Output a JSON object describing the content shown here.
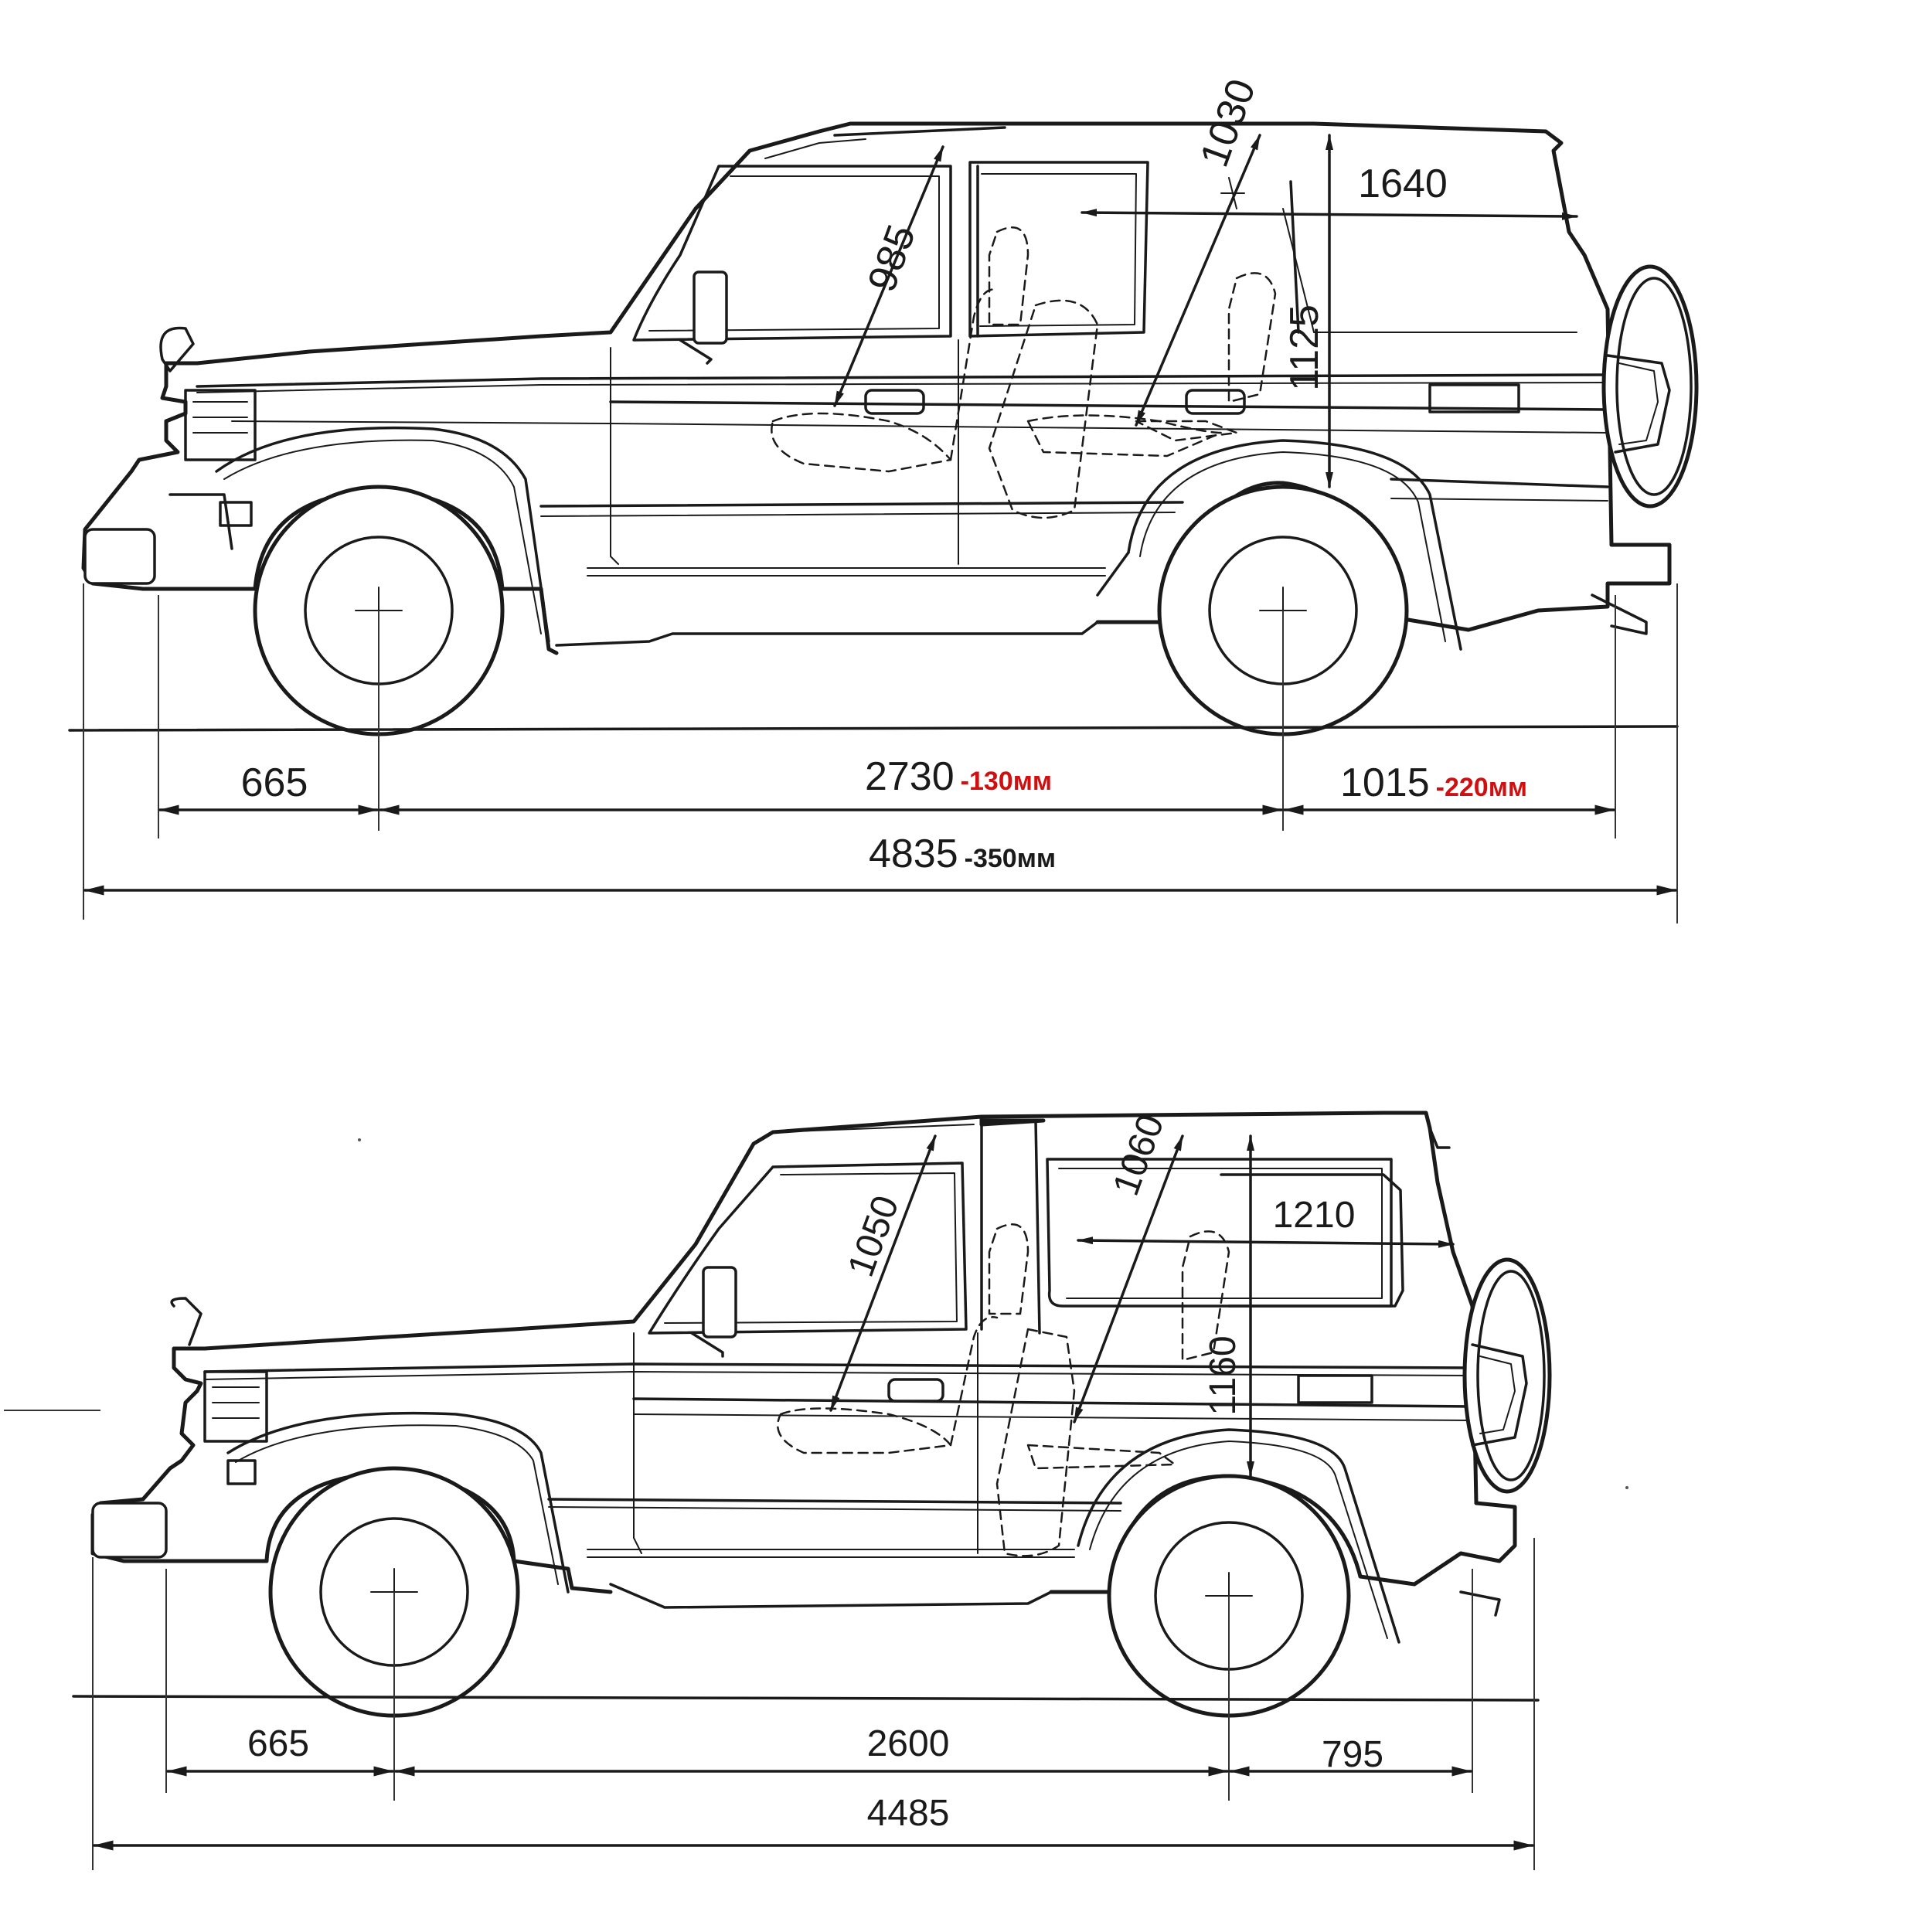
{
  "colors": {
    "ink": "#1a1a1a",
    "delta": "#d01010",
    "background": "#ffffff"
  },
  "long_wheelbase": {
    "front_overhang": "665",
    "wheelbase": "2730",
    "wheelbase_delta": "-130мм",
    "rear_overhang": "1015",
    "rear_overhang_delta": "-220мм",
    "overall_length": "4835",
    "overall_length_delta": "-350мм",
    "front_headroom": "985",
    "rear_headroom": "1030",
    "cargo_length": "1640",
    "cargo_height": "1125"
  },
  "short_wheelbase": {
    "front_overhang": "665",
    "wheelbase": "2600",
    "rear_overhang": "795",
    "overall_length": "4485",
    "front_headroom": "1050",
    "rear_headroom": "1060",
    "cargo_length": "1210",
    "cargo_height": "1160"
  }
}
